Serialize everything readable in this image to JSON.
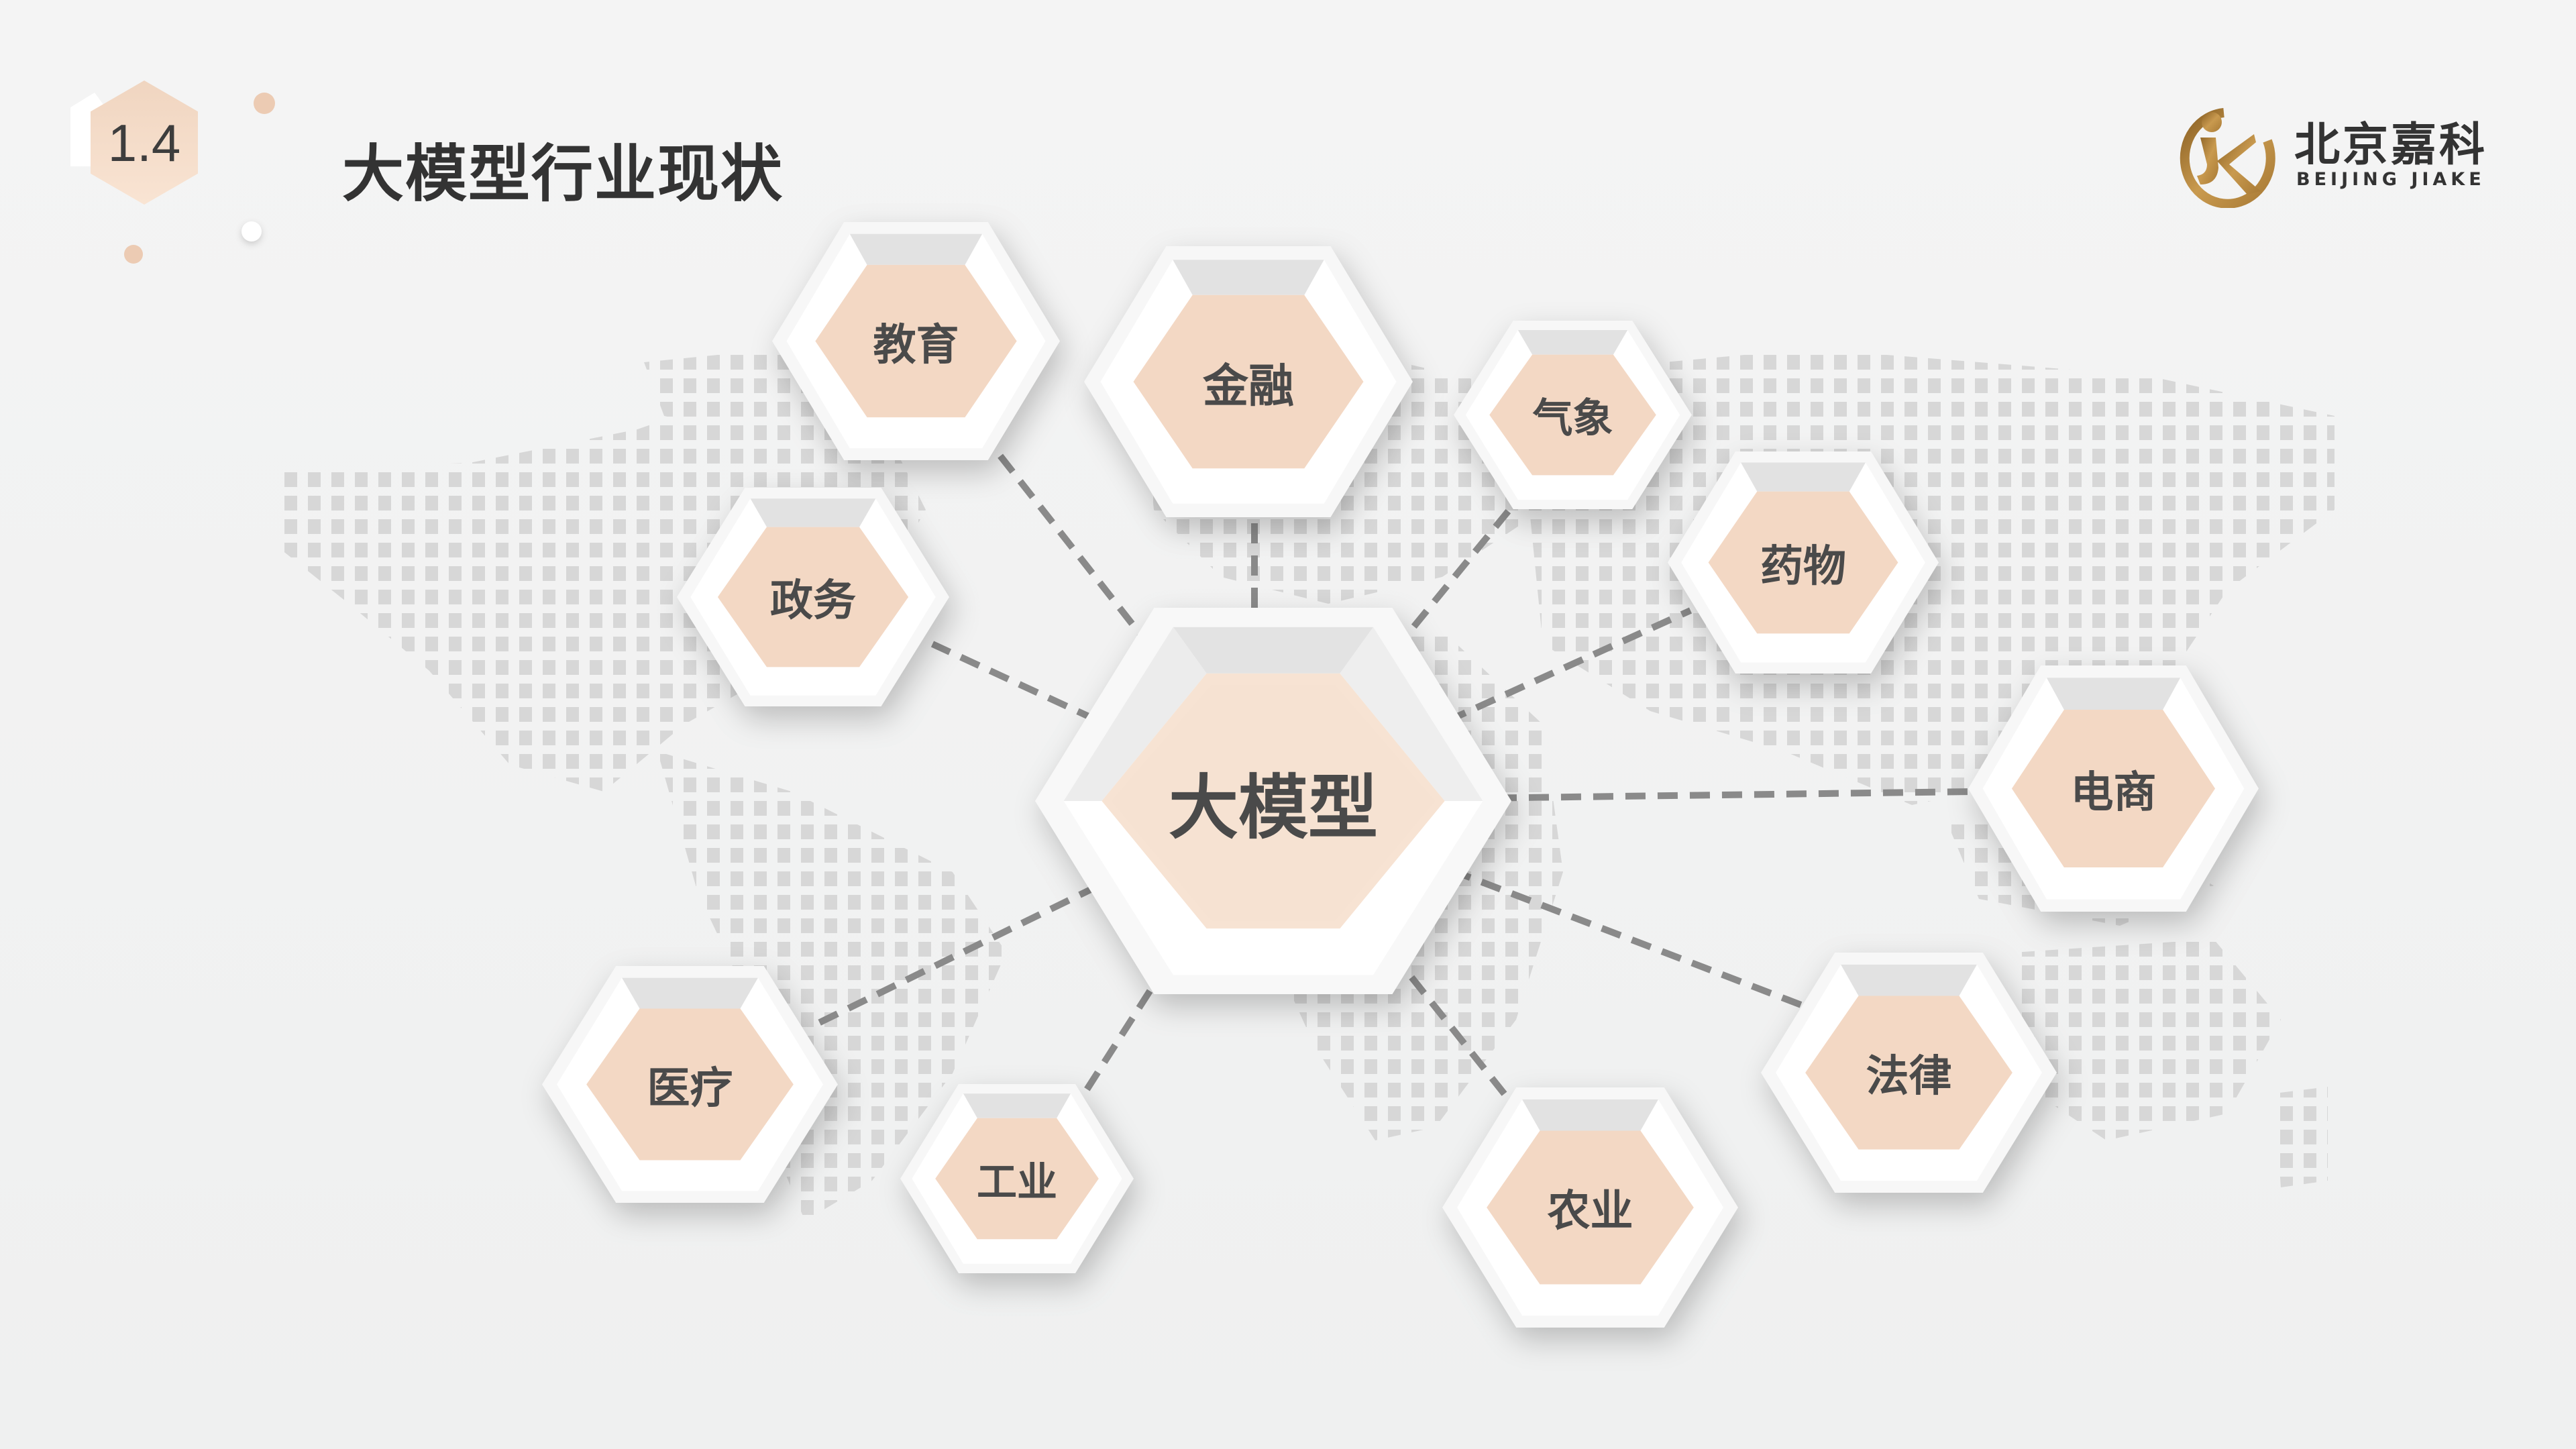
{
  "slide": {
    "section_number": "1.4",
    "title": "大模型行业现状"
  },
  "logo": {
    "name_cn": "北京嘉科",
    "name_en": "BEIJING JIAKE",
    "accent_color": "#b8893f"
  },
  "diagram": {
    "center": {
      "label": "大模型"
    },
    "nodes": [
      {
        "id": "education",
        "label": "教育"
      },
      {
        "id": "finance",
        "label": "金融"
      },
      {
        "id": "meteorology",
        "label": "气象"
      },
      {
        "id": "pharma",
        "label": "药物"
      },
      {
        "id": "government",
        "label": "政务"
      },
      {
        "id": "ecommerce",
        "label": "电商"
      },
      {
        "id": "medical",
        "label": "医疗"
      },
      {
        "id": "industry",
        "label": "工业"
      },
      {
        "id": "agriculture",
        "label": "农业"
      },
      {
        "id": "law",
        "label": "法律"
      }
    ]
  },
  "colors": {
    "background": "#f2f3f3",
    "hex_frame": "#f7f7f7",
    "hex_fill_top": "#efcfb7",
    "hex_fill_bottom": "#fae6d6",
    "connector": "#8a8a8a",
    "map_dots": "#d6d6d6",
    "text": "#444444"
  }
}
